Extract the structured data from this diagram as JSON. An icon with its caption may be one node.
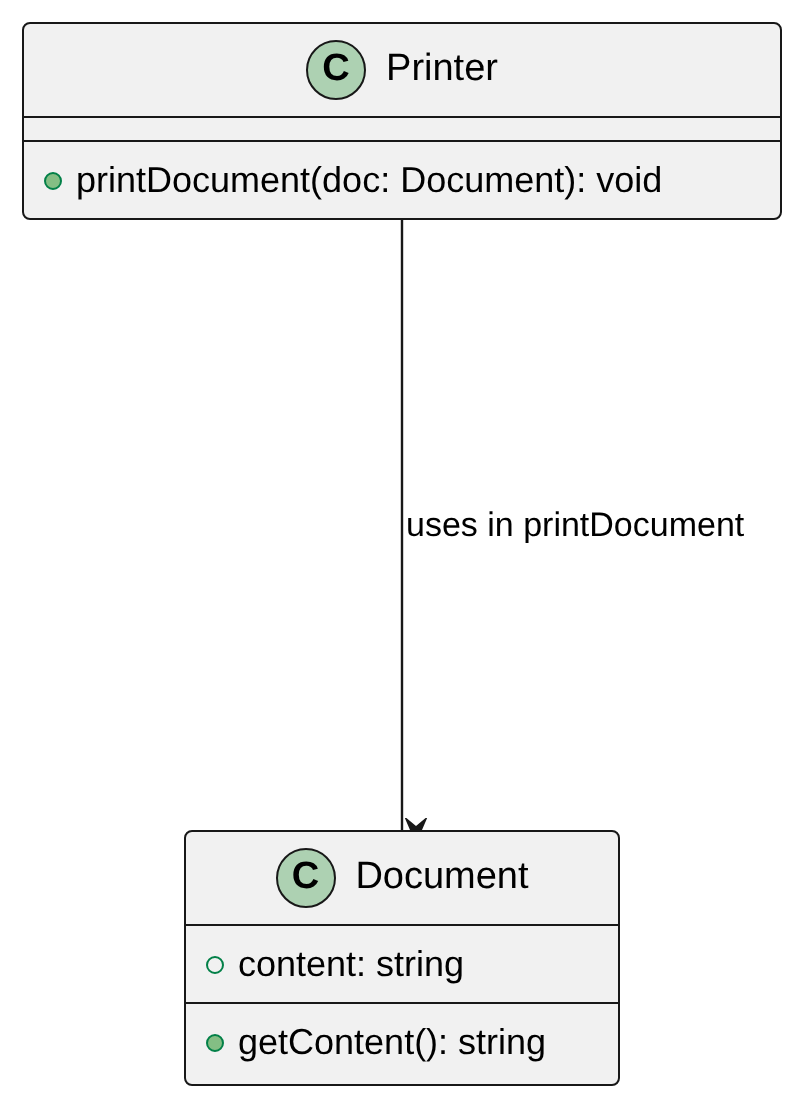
{
  "diagram": {
    "nodes": [
      {
        "text": [
          "C",
          "Printer",
          "printDocument(doc: Document): void"
        ]
      },
      {
        "text": [
          "C",
          "Document",
          "content: string",
          "getContent(): string"
        ]
      }
    ],
    "edges": [
      {
        "from": 0,
        "to": 1,
        "arrow": "to",
        "label": "uses in printDocument"
      }
    ]
  }
}
